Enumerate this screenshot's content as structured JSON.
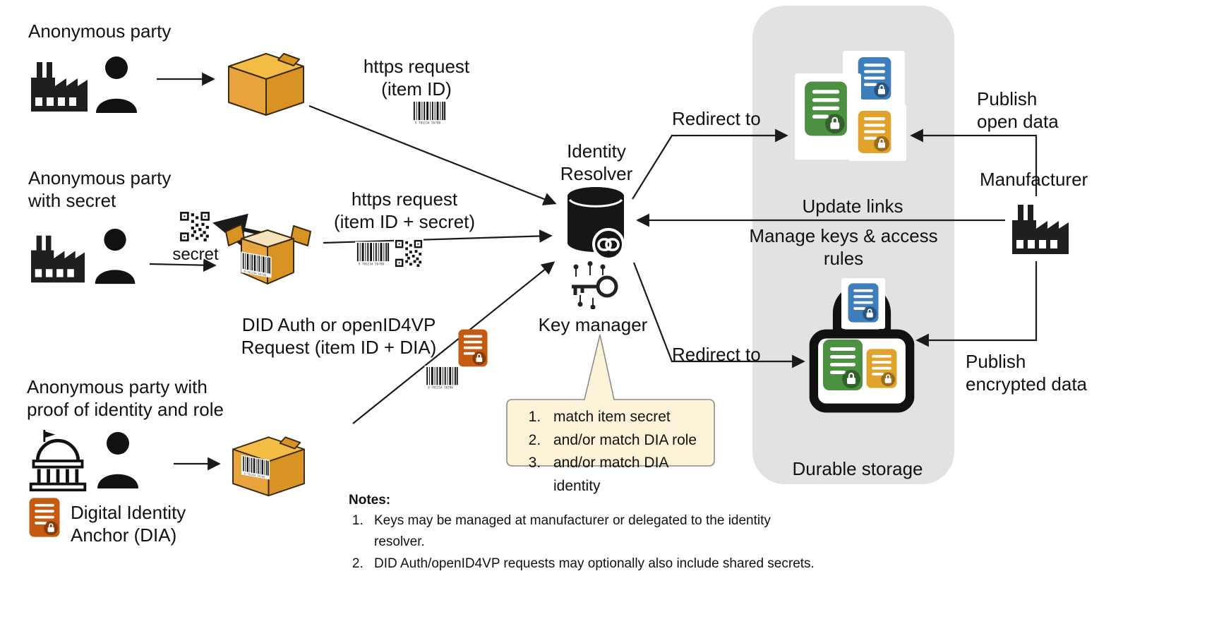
{
  "colors": {
    "ink": "#1a1a1a",
    "box-amber": "#E8A33D",
    "box-amber-dark": "#D99323",
    "box-amber-top": "#F3BC45",
    "box-inner": "#F6E2BD",
    "doc-green": "#4C9141",
    "doc-blue": "#3D7EBB",
    "doc-yellow": "#E2A32C",
    "doc-orange": "#C55A11",
    "panel-gray": "#E2E2E2",
    "callout-bg": "#FCF3D9",
    "callout-border": "#8C8C8C"
  },
  "parties": {
    "anonymous": "Anonymous party",
    "with_secret": "Anonymous party\nwith secret",
    "with_proof": "Anonymous party with\nproof of identity and role",
    "secret_label": "secret",
    "dia_label": "Digital Identity\nAnchor (DIA)"
  },
  "requests": {
    "https_item_id": "https request\n(item ID)",
    "https_item_id_secret": "https request\n(item ID + secret)",
    "did_auth": "DID Auth or openID4VP\nRequest (item ID + DIA)"
  },
  "resolver": {
    "title": "Identity\nResolver",
    "key_manager": "Key manager",
    "redirect_top": "Redirect to",
    "redirect_bottom": "Redirect to",
    "callout_items": [
      "match item secret",
      "and/or match DIA role",
      "and/or match DIA identity"
    ]
  },
  "storage": {
    "title": "Durable storage",
    "update_links": "Update links",
    "manage_keys": "Manage keys & access rules"
  },
  "manufacturer": {
    "title": "Manufacturer",
    "publish_open": "Publish\nopen data",
    "publish_encrypted": "Publish\nencrypted data"
  },
  "notes": {
    "title": "Notes:",
    "items": [
      "Keys may be managed at manufacturer or delegated to the identity resolver.",
      "DID Auth/openID4VP requests may optionally also include shared secrets."
    ]
  }
}
